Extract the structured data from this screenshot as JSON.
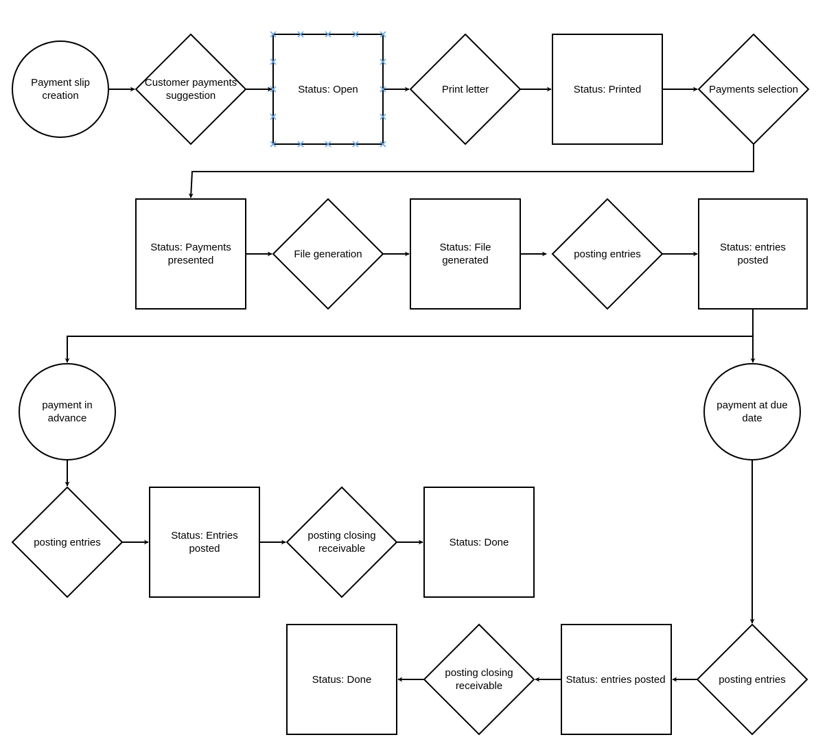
{
  "nodes": {
    "payment_slip_creation": "Payment slip creation",
    "customer_payments_suggestion": "Customer payments suggestion",
    "status_open": "Status: Open",
    "print_letter": "Print letter",
    "status_printed": "Status: Printed",
    "payments_selection": "Payments selection",
    "status_payments_presented": "Status: Payments presented",
    "file_generation": "File generation",
    "status_file_generated": "Status: File generated",
    "posting_entries_1": "posting entries",
    "status_entries_posted_1": "Status: entries posted",
    "payment_in_advance": "payment in advance",
    "payment_at_due_date": "payment at due date",
    "posting_entries_2": "posting entries",
    "status_entries_posted_2": "Status: Entries posted",
    "posting_closing_receivable_1": "posting closing receivable",
    "status_done_1": "Status: Done",
    "posting_entries_3": "posting entries",
    "status_entries_posted_3": "Status: entries posted",
    "posting_closing_receivable_2": "posting closing receivable",
    "status_done_2": "Status: Done"
  },
  "colors": {
    "stroke": "#000000",
    "fill": "#ffffff",
    "selection_handle": "#6aa7e6"
  },
  "selected_node": "status_open"
}
